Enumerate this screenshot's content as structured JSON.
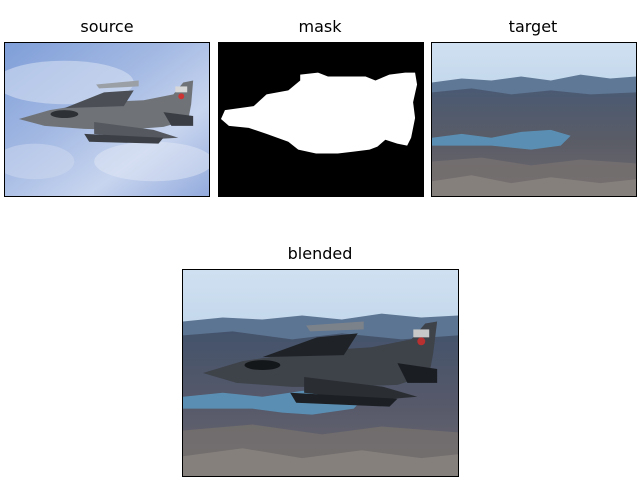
{
  "figure": {
    "panels": [
      {
        "title": "source"
      },
      {
        "title": "mask"
      },
      {
        "title": "target"
      },
      {
        "title": "blended"
      }
    ]
  }
}
